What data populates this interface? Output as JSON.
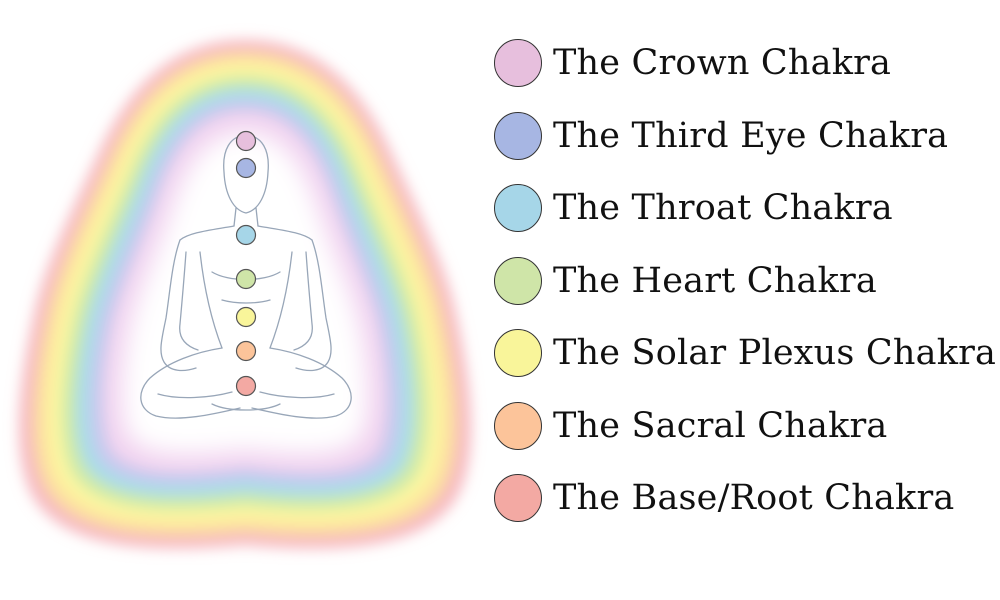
{
  "legend": [
    {
      "label": "The Crown Chakra",
      "color": "#e7bfdd"
    },
    {
      "label": "The Third Eye Chakra",
      "color": "#a7b6e3"
    },
    {
      "label": "The Throat Chakra",
      "color": "#a6d6e8"
    },
    {
      "label": "The Heart Chakra",
      "color": "#cfe5a8"
    },
    {
      "label": "The Solar Plexus Chakra",
      "color": "#f9f59a"
    },
    {
      "label": "The Sacral Chakra",
      "color": "#fcc49a"
    },
    {
      "label": "The Base/Root Chakra",
      "color": "#f3a9a3"
    }
  ],
  "aura_colors": [
    "#f6b8c0",
    "#fde0a0",
    "#fdf7a0",
    "#cdeaa8",
    "#a8dcea",
    "#c9c9ee",
    "#f1d2ef"
  ]
}
